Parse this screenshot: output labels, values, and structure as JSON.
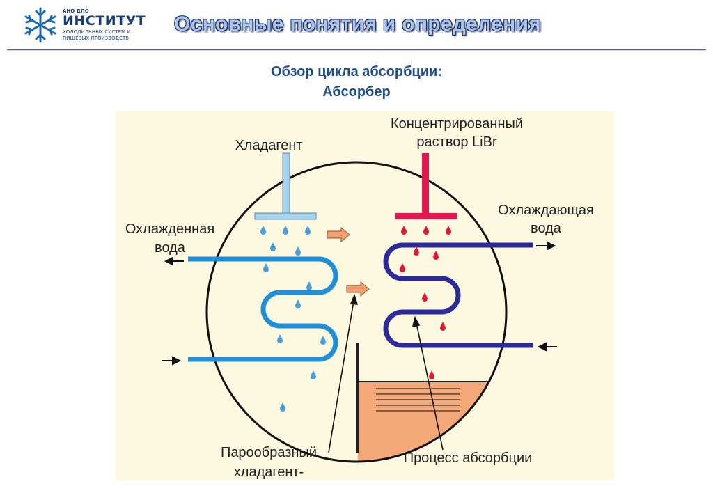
{
  "logo": {
    "small_text": "АНО ДПО",
    "name": "ИНСТИТУТ",
    "line1": "ХОЛОДИЛЬНЫХ СИСТЕМ И",
    "line2": "ПИЩЕВЫХ ПРОИЗВОДСТВ",
    "icon": "snowflake-icon"
  },
  "header": {
    "title": "Основные понятия и определения"
  },
  "subtitle": {
    "line1": "Обзор цикла абсорбции:",
    "line2": "Абсорбер"
  },
  "diagram": {
    "labels": {
      "refrigerant": "Хладагент",
      "concentrated_1": "Концентрированный",
      "concentrated_2": "раствор LiBr",
      "chilled_1": "Охлажденная",
      "chilled_2": "вода",
      "cooling_1": "Охлаждающая",
      "cooling_2": "вода",
      "vapor_1": "Парообразный",
      "vapor_2": "хладагент-",
      "absorption": "Процесс абсорбции"
    },
    "colors": {
      "background": "#fdf8e0",
      "chilled_pipe": "#1e8fd8",
      "cooling_pipe": "#2a2a9a",
      "refrigerant_pipe": "#a8d4ee",
      "solution_pipe": "#e0184c",
      "drop_blue": "#4a9fd8",
      "drop_red": "#e01830",
      "arrow_orange": "#f0a070",
      "liquid": "#f4a878"
    }
  }
}
